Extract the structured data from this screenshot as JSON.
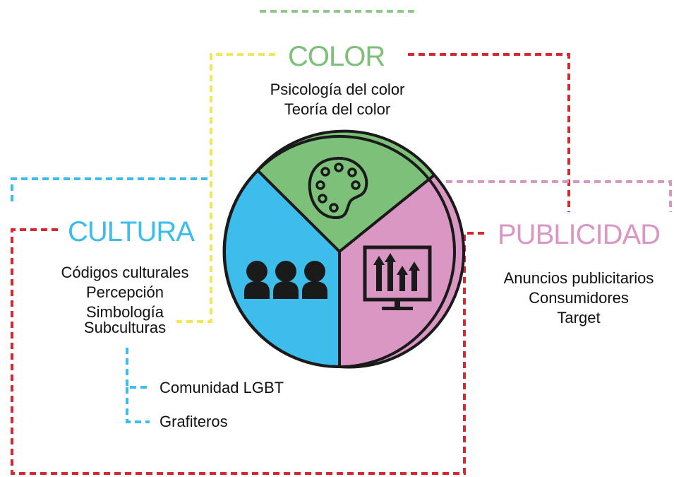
{
  "colors": {
    "green": "#7cc07a",
    "green_dash": "#8cc98a",
    "blue": "#3dbdec",
    "pink": "#db97c4",
    "yellow": "#f4e65b",
    "red": "#d8282f",
    "ink": "#1a1a1a"
  },
  "color_section": {
    "title": "COLOR",
    "items": [
      "Psicología del color",
      "Teoría del color"
    ],
    "icon": "palette-icon"
  },
  "cultura_section": {
    "title": "CULTURA",
    "items": [
      "Códigos culturales",
      "Percepción",
      "Simbología",
      "Subculturas"
    ],
    "subitems": [
      "Comunidad LGBT",
      "Grafiteros"
    ],
    "icon": "people-icon"
  },
  "publicidad_section": {
    "title": "PUBLICIDAD",
    "items": [
      "Anuncios publicitarios",
      "Consumidores",
      "Target"
    ],
    "icon": "growth-chart-monitor-icon"
  }
}
